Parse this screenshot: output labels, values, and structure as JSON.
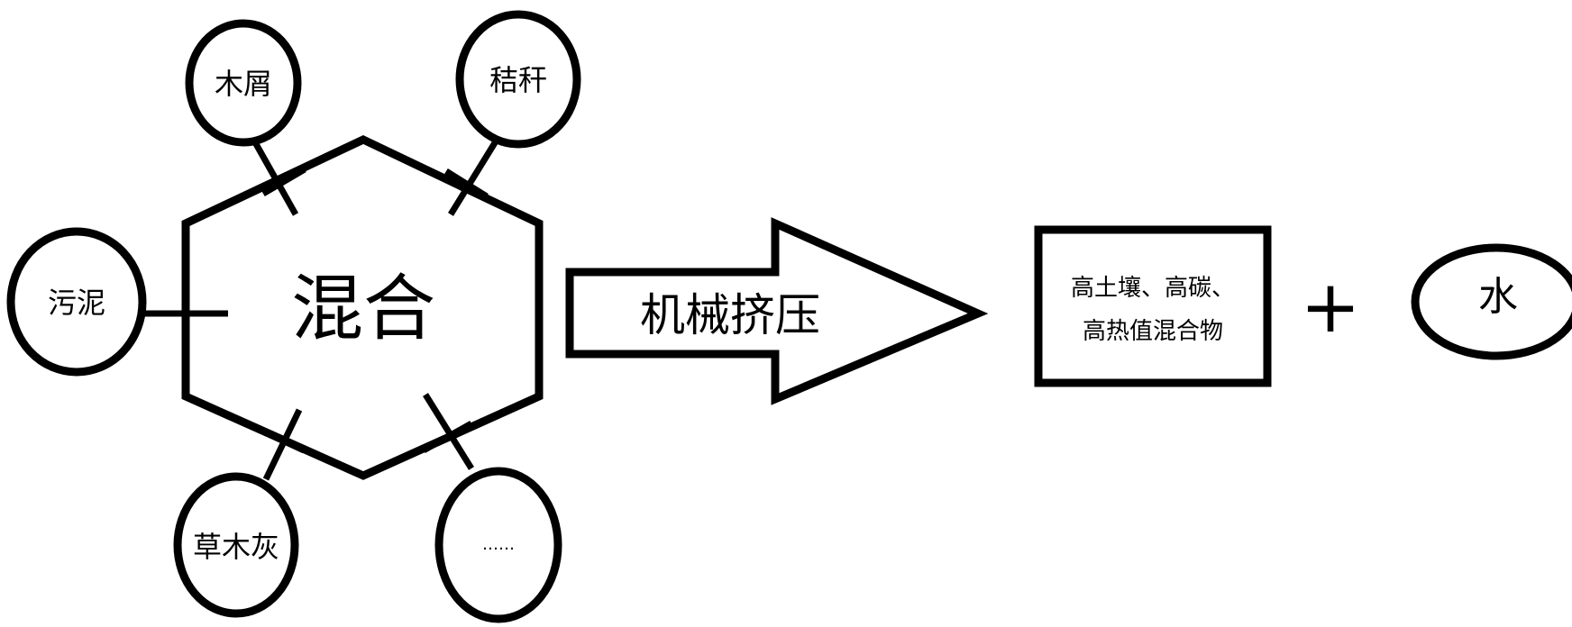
{
  "center": {
    "label": "混合"
  },
  "inputs": [
    {
      "id": "sawdust",
      "label": "木屑"
    },
    {
      "id": "straw",
      "label": "秸秆"
    },
    {
      "id": "sludge",
      "label": "污泥"
    },
    {
      "id": "ash",
      "label": "草木灰"
    },
    {
      "id": "more",
      "label": "……"
    }
  ],
  "process": {
    "label": "机械挤压"
  },
  "product": {
    "line1": "高土壤、高碳、",
    "line2": "高热值混合物"
  },
  "plus": {
    "label": "+"
  },
  "byproduct": {
    "label": "水"
  }
}
